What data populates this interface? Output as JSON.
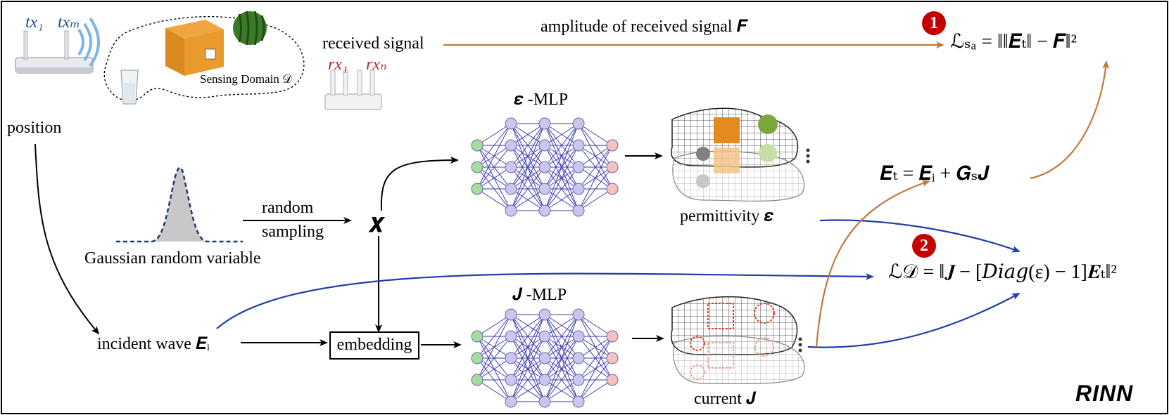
{
  "scene": {
    "tx1": "tx₁",
    "txm": "txₘ",
    "rx1": "rx₁",
    "rxn": "rxₙ",
    "sensing_domain": "Sensing Domain 𝒟",
    "received_signal": "received signal",
    "position": "position"
  },
  "top_arrow": {
    "label": "amplitude of received signal 𝑭"
  },
  "gaussian": {
    "label": "Gaussian random variable",
    "sampling_line1": "random",
    "sampling_line2": "sampling",
    "x_symbol": "𝑿"
  },
  "eps_mlp": {
    "label": "𝜺 -MLP",
    "output_label": "permittivity 𝜺"
  },
  "j_mlp": {
    "label": "𝑱 -MLP",
    "output_label": "current 𝑱"
  },
  "incident": {
    "label": "incident wave 𝑬ᵢ"
  },
  "embedding": {
    "label": "embedding"
  },
  "equations": {
    "total_field": "𝑬ₜ = 𝑬ᵢ + 𝑮ₛ𝑱",
    "loss_sa": "ℒₛₐ = ‖‖𝑬ₜ‖ − 𝑭‖²",
    "loss_d": "ℒ𝒟 = ‖𝑱 − [𝐷𝑖𝑎𝑔(ε) − 1]𝑬ₜ‖²"
  },
  "badges": [
    "1",
    "2"
  ],
  "watermark": "RINN",
  "colors": {
    "brown_arrow": "#c07a3a",
    "blue_arrow": "#1f3fa8",
    "node_blue": "#c9c6f2",
    "node_green": "#a6dca0",
    "node_red": "#f5c2c2",
    "edge_blue": "#3b3bb0",
    "box_orange": "#e48a1e",
    "melon_green": "#7aa83a",
    "badge_red": "#c40000"
  }
}
